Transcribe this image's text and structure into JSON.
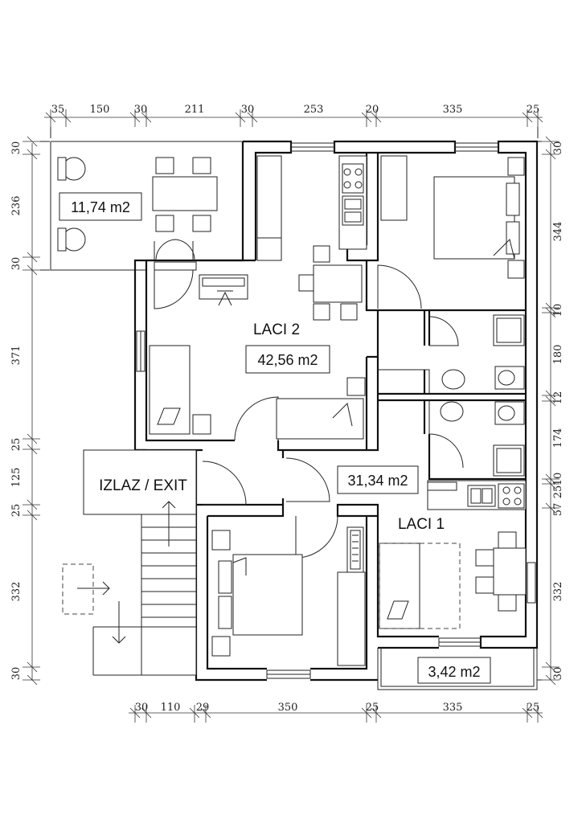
{
  "dimensions": {
    "top": [
      "35",
      "150",
      "30",
      "211",
      "30",
      "253",
      "20",
      "335",
      "25"
    ],
    "bottom": [
      "30",
      "110",
      "29",
      "350",
      "25",
      "335",
      "25"
    ],
    "left": [
      "30",
      "236",
      "30",
      "371",
      "25",
      "125",
      "25",
      "332",
      "30"
    ],
    "right": [
      "30",
      "344",
      "10",
      "180",
      "12",
      "174",
      "10",
      "25",
      "57",
      "332",
      "30"
    ]
  },
  "rooms": {
    "laci2_label": "LACI 2",
    "laci1_label": "LACI 1",
    "exit_label": "IZLAZ / EXIT"
  },
  "areas": {
    "terrace_top": "11,74 m2",
    "laci2": "42,56 m2",
    "laci1": "31,34 m2",
    "balcony_bottom": "3,42 m2"
  }
}
